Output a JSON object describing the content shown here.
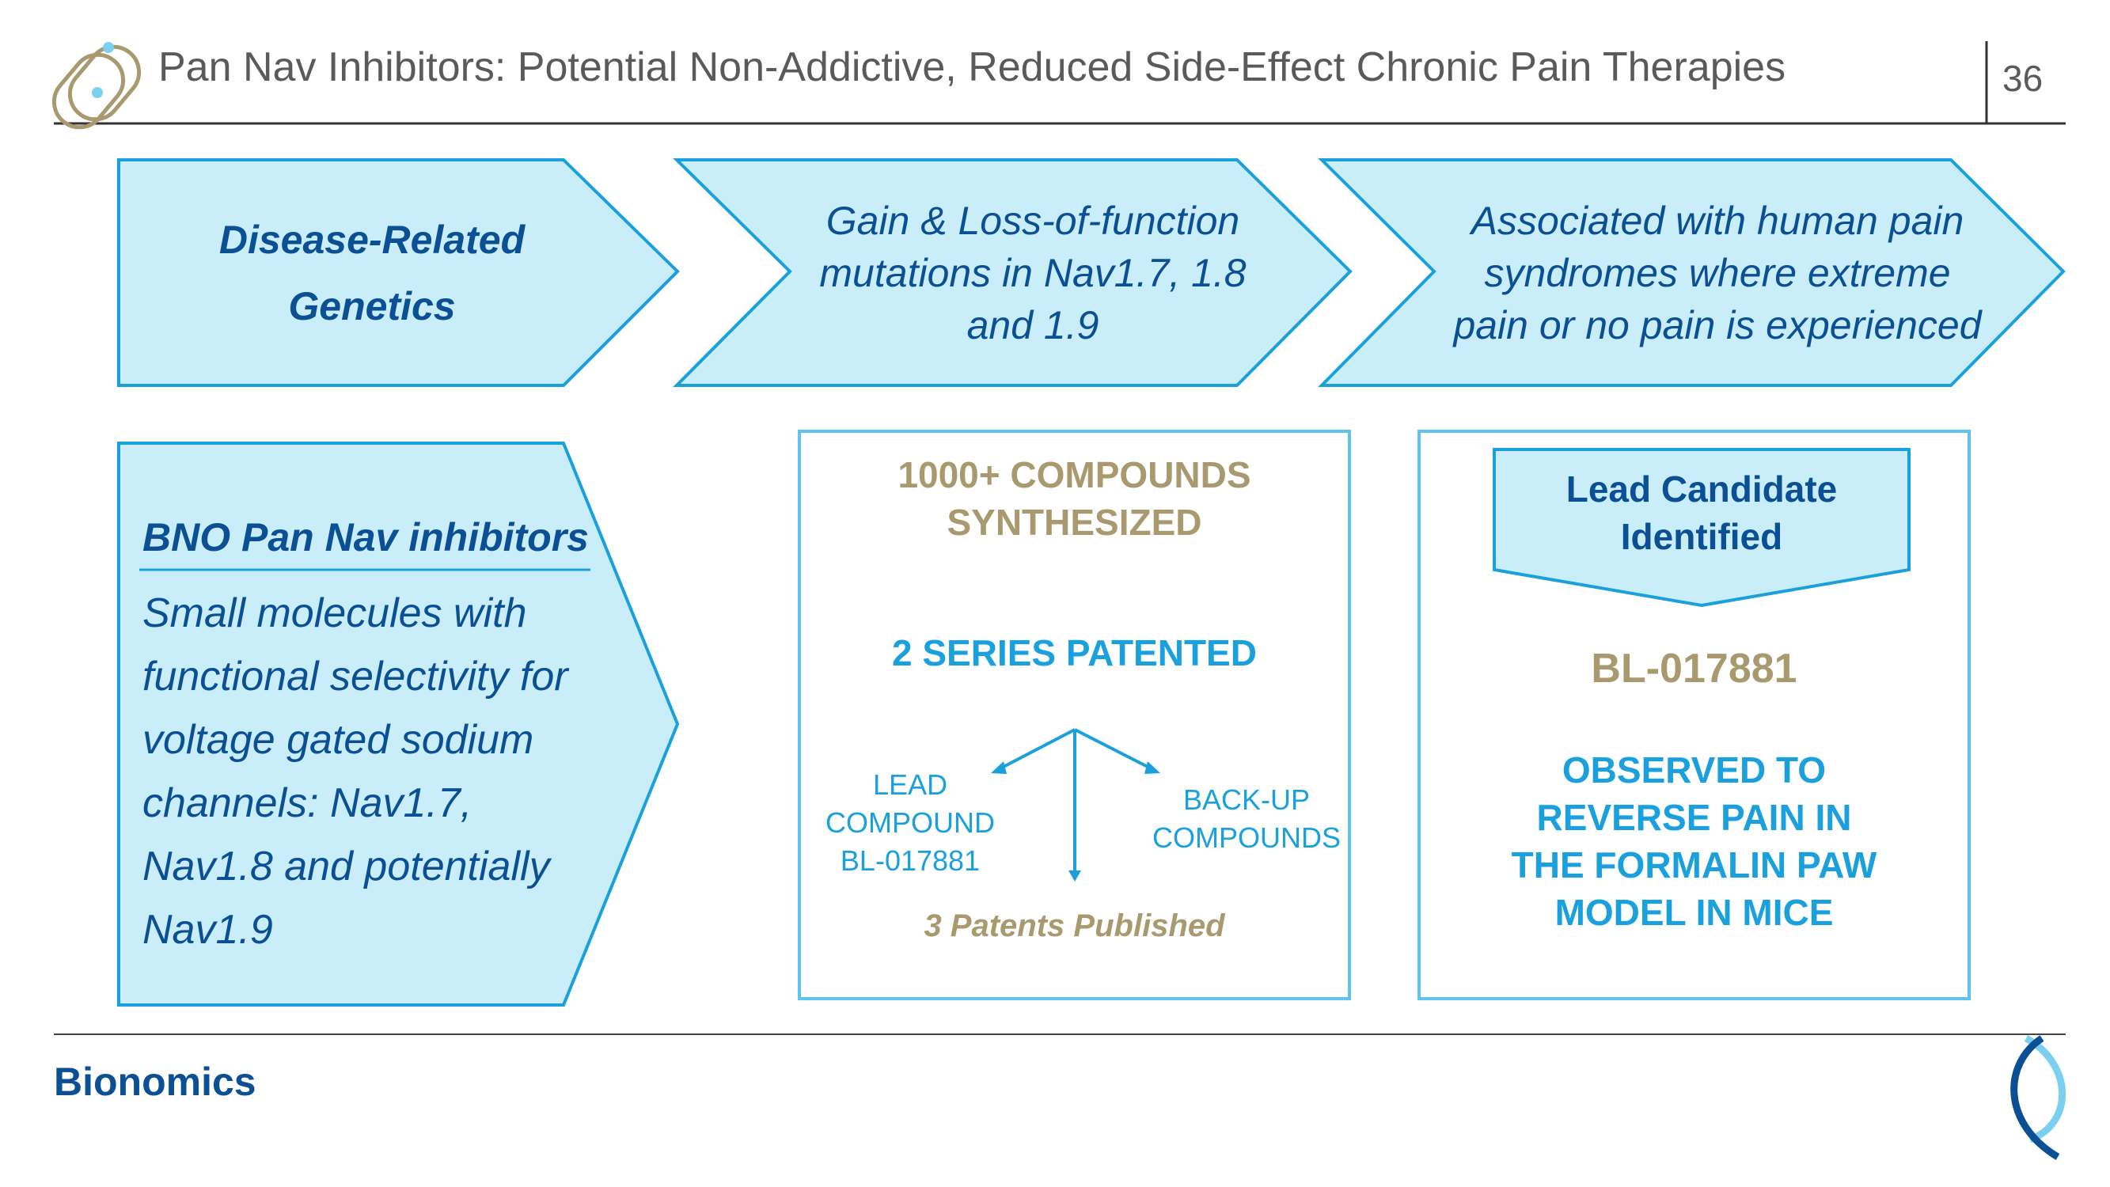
{
  "header": {
    "title": "Pan Nav Inhibitors:  Potential Non-Addictive, Reduced Side-Effect Chronic Pain Therapies",
    "page_number": "36"
  },
  "row1": {
    "box1": {
      "line1": "Disease-Related",
      "line2": "Genetics"
    },
    "box2": {
      "line1": "Gain & Loss-of-function",
      "line2": "mutations in Nav1.7, 1.8",
      "line3": "and 1.9"
    },
    "box3": {
      "line1": "Associated with human pain",
      "line2": "syndromes where extreme",
      "line3": "pain or no pain is experienced"
    }
  },
  "inhibitors": {
    "heading": "BNO Pan Nav inhibitors",
    "lines": [
      "Small molecules with",
      "functional selectivity for",
      "voltage gated sodium",
      "channels: Nav1.7,",
      "Nav1.8 and potentially",
      "Nav1.9"
    ]
  },
  "compounds": {
    "line1": "1000+ COMPOUNDS",
    "line2": "SYNTHESIZED",
    "series": "2 SERIES PATENTED",
    "lead": [
      "LEAD",
      "COMPOUND",
      "BL-017881"
    ],
    "backup": [
      "BACK-UP",
      "COMPOUNDS"
    ],
    "patents": "3 Patents Published"
  },
  "candidate": {
    "banner_line1": "Lead Candidate",
    "banner_line2": "Identified",
    "code": "BL-017881",
    "observed": [
      "OBSERVED TO",
      "REVERSE PAIN IN",
      "THE FORMALIN PAW",
      "MODEL IN MICE"
    ]
  },
  "footer": {
    "brand": "Bionomics"
  },
  "colors": {
    "fill": "#c9eefa",
    "stroke": "#1aa0dc",
    "navy": "#0b4f95",
    "tan": "#a89a6e",
    "rule": "#333333"
  },
  "icons": {
    "header": "linked-rings-logo",
    "footer": "bionomics-helix-logo"
  }
}
